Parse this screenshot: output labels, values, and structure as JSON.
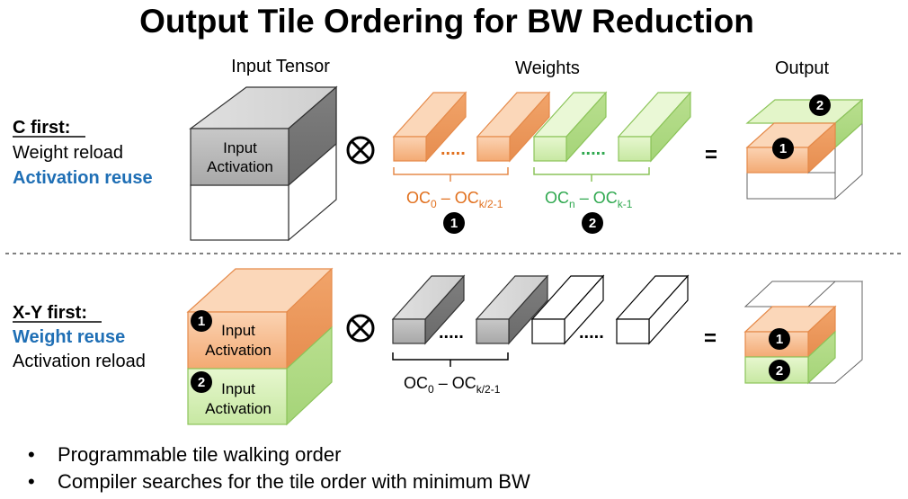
{
  "title": "Output Tile Ordering for BW Reduction",
  "columns": {
    "input": "Input Tensor",
    "weights": "Weights",
    "output": "Output"
  },
  "operators": {
    "convolve": "⊗",
    "equals": "="
  },
  "c_first": {
    "heading": "C first:",
    "line1": "Weight reload",
    "line2": "Activation reuse",
    "input_line1": "Input",
    "input_line2": "Activation",
    "group1": {
      "base": "OC",
      "sub": "0",
      "dash": " – ",
      "base2": "OC",
      "sub2": "k/2-1",
      "badge": "1"
    },
    "group2": {
      "base": "OC",
      "sub": "n",
      "dash": " – ",
      "base2": "OC",
      "sub2": "k-1",
      "badge": "2"
    },
    "output_badges": [
      "2",
      "1"
    ]
  },
  "xy_first": {
    "heading": "X-Y first:",
    "line1": "Weight reuse",
    "line2": "Activation reload",
    "tile1": {
      "badge": "1",
      "line1": "Input",
      "line2": "Activation"
    },
    "tile2": {
      "badge": "2",
      "line1": "Input",
      "line2": "Activation"
    },
    "group1": {
      "base": "OC",
      "sub": "0",
      "dash": " – ",
      "base2": "OC",
      "sub2": "k/2-1"
    },
    "output_badges": [
      "1",
      "2"
    ]
  },
  "dots": ".....",
  "bullets": [
    "Programmable tile walking order",
    "Compiler searches for the tile order with minimum BW"
  ],
  "bullet_glyph": "•",
  "colors": {
    "orange": "#f9c9a4",
    "orange_edge": "#e58a4a",
    "green": "#d9f2b9",
    "green_edge": "#8cc45a",
    "gray": "#bfbfbf",
    "blue_text": "#1f6fb5",
    "orange_text": "#e1701e",
    "green_text": "#2fa84f"
  }
}
